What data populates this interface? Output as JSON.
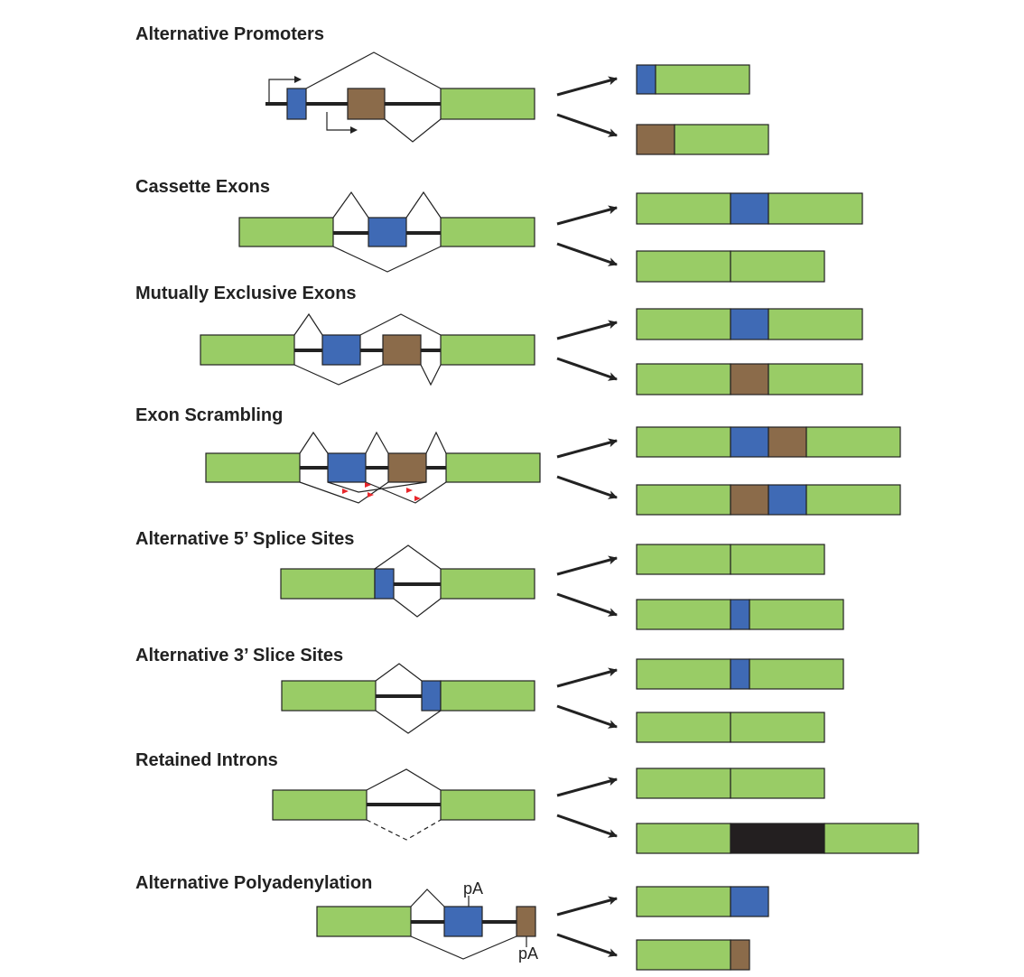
{
  "colors": {
    "constitutive": "#99CC66",
    "alt_blue": "#3F6AB5",
    "alt_brown": "#8B6B4A",
    "intron_retained": "#231F20",
    "line": "#222222",
    "arrow": "#222222",
    "backsplice": "#E8262B"
  },
  "sections": [
    {
      "title": "Alternative Promoters"
    },
    {
      "title": "Cassette Exons"
    },
    {
      "title": "Mutually Exclusive Exons"
    },
    {
      "title": "Exon Scrambling"
    },
    {
      "title": "Alternative 5’ Splice Sites"
    },
    {
      "title": "Alternative 3’ Slice Sites"
    },
    {
      "title": "Retained Introns"
    },
    {
      "title": "Alternative Polyadenylation"
    }
  ],
  "labels": {
    "polya_top": "pA",
    "polya_bottom": "pA"
  }
}
